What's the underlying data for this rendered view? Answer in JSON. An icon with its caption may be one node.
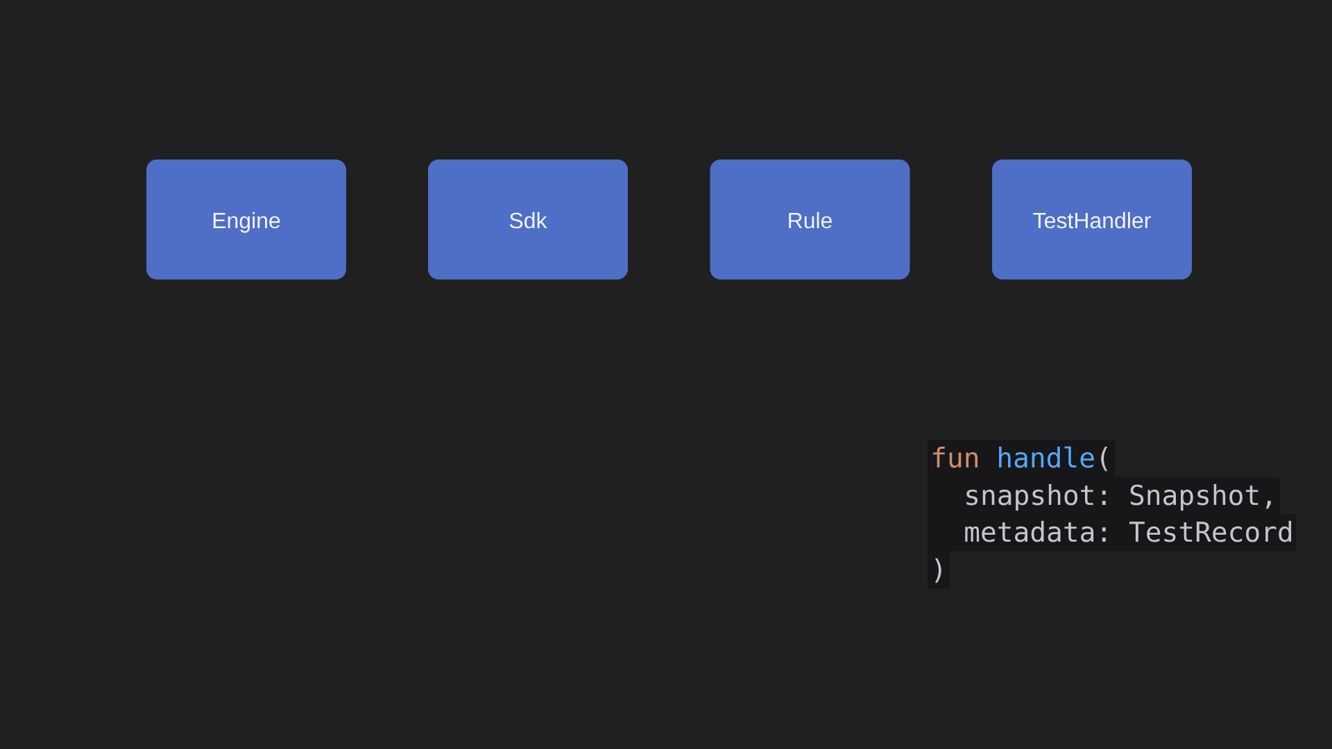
{
  "diagram": {
    "nodes": [
      {
        "text": [
          "Engine"
        ]
      },
      {
        "text": [
          "Sdk"
        ]
      },
      {
        "text": [
          "Rule"
        ]
      },
      {
        "text": [
          "TestHandler"
        ]
      }
    ],
    "labels": [
      "fun",
      "handle",
      "(",
      "snapshot: Snapshot,",
      "metadata: TestRecord",
      ")"
    ]
  }
}
